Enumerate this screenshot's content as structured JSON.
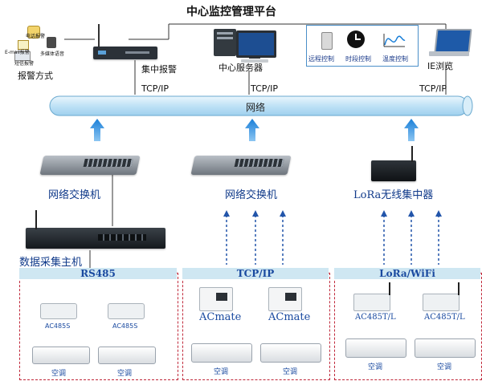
{
  "title": "中心监控管理平台",
  "alarm": {
    "phone_alarm": "电话报警",
    "sms_alarm": "短信报警",
    "email_alarm": "E-mail报警",
    "voice_alarm": "多媒体语音",
    "methods_label": "报警方式",
    "central_label": "集中报警"
  },
  "server": {
    "label": "中心服务器"
  },
  "controls": {
    "remote": "远程控制",
    "timed": "时段控制",
    "temp": "温度控制"
  },
  "ie": {
    "label": "IE浏览"
  },
  "protocol": "TCP/IP",
  "network": {
    "label": "网络"
  },
  "switch": {
    "label": "网络交换机"
  },
  "lora_gateway": {
    "label": "LoRa无线集中器"
  },
  "host": {
    "label": "数据采集主机"
  },
  "sections": {
    "rs485": "RS485",
    "tcpip": "TCP/IP",
    "lorawifi": "LoRa/WiFi"
  },
  "devices": {
    "ac485s": "AC485S",
    "acmate": "ACmate",
    "ac485tl": "AC485T/L",
    "ac": "空调"
  },
  "colors": {
    "arrow": "#1a7fd8",
    "panel_border": "#c0283a",
    "section_header": "#cfe7f2",
    "network_pipe": "#c9e7f7"
  }
}
